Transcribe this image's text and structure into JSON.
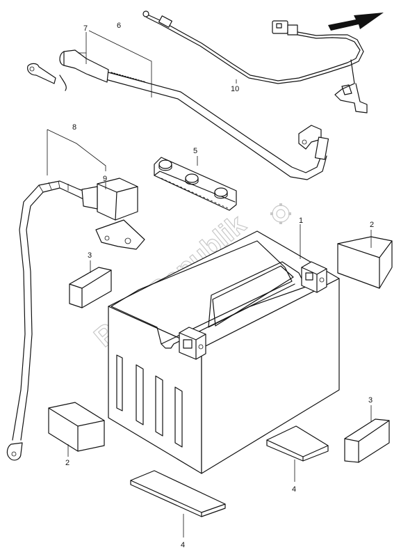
{
  "watermark": "PartsRepublik",
  "callouts": {
    "c1": "1",
    "c2a": "2",
    "c2b": "2",
    "c3a": "3",
    "c3b": "3",
    "c4a": "4",
    "c4b": "4",
    "c5": "5",
    "c6": "6",
    "c7": "7",
    "c8": "8",
    "c9": "9",
    "c10": "10"
  },
  "icons": {
    "direction": "arrow-icon",
    "watermark_logo": "gear-icon"
  }
}
